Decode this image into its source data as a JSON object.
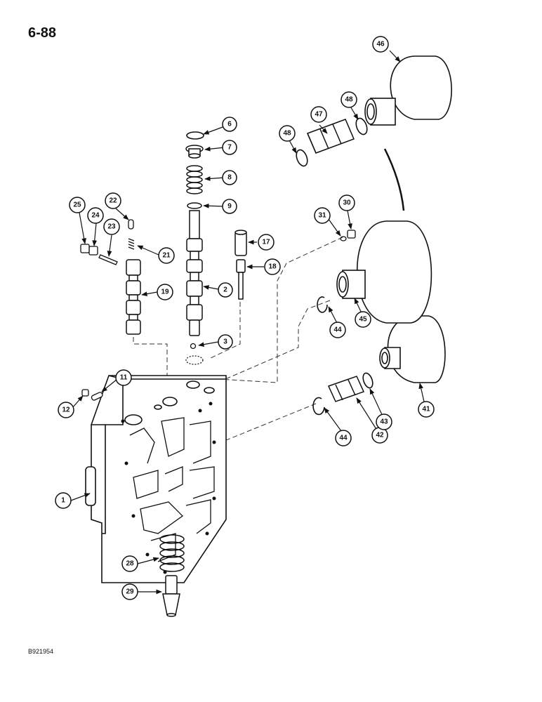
{
  "page": {
    "page_number": "6-88",
    "drawing_code": "B921954"
  },
  "callouts": {
    "c1": "1",
    "c2": "2",
    "c3": "3",
    "c6": "6",
    "c7": "7",
    "c8": "8",
    "c9": "9",
    "c11": "11",
    "c12": "12",
    "c17": "17",
    "c18": "18",
    "c19": "19",
    "c21": "21",
    "c22": "22",
    "c23": "23",
    "c24": "24",
    "c25": "25",
    "c28": "28",
    "c29": "29",
    "c30": "30",
    "c31": "31",
    "c41": "41",
    "c42": "42",
    "c43": "43",
    "c44a": "44",
    "c44b": "44",
    "c45": "45",
    "c46": "46",
    "c47": "47",
    "c48a": "48",
    "c48b": "48"
  }
}
